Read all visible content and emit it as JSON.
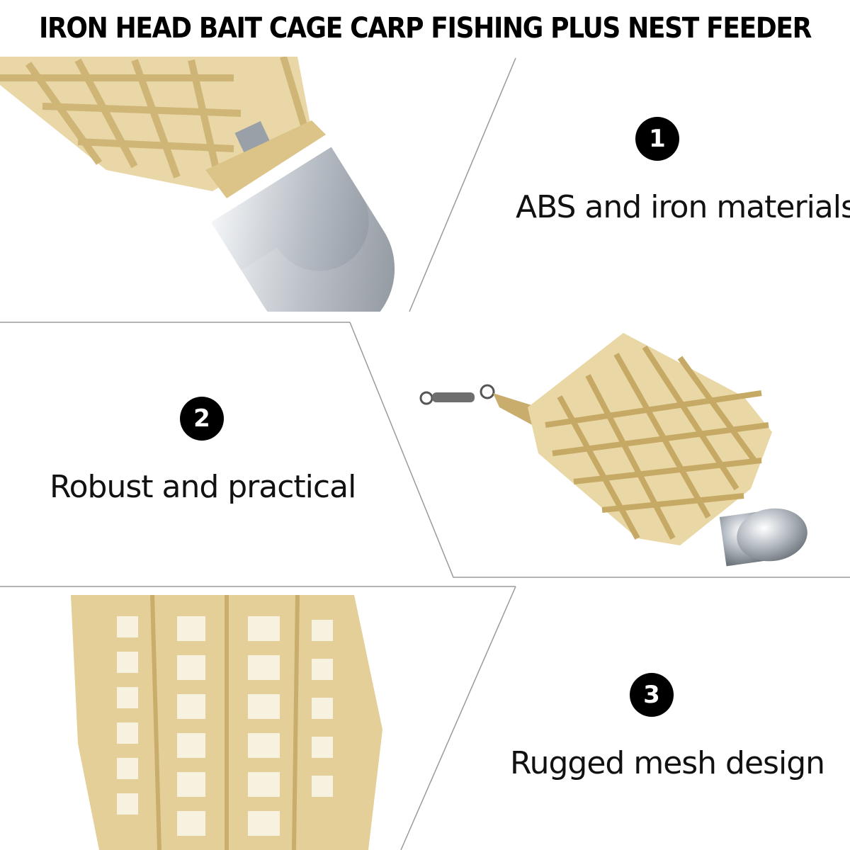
{
  "title": "IRON HEAD BAIT CAGE CARP FISHING PLUS NEST FEEDER",
  "features": [
    {
      "number": "1",
      "label": "ABS and iron materials"
    },
    {
      "number": "2",
      "label": "Robust and practical"
    },
    {
      "number": "3",
      "label": "Rugged mesh design"
    }
  ],
  "colors": {
    "cage": "#e5cf97",
    "cage_dark": "#cdb271",
    "iron": "#b9bfc6",
    "badge": "#000000"
  }
}
